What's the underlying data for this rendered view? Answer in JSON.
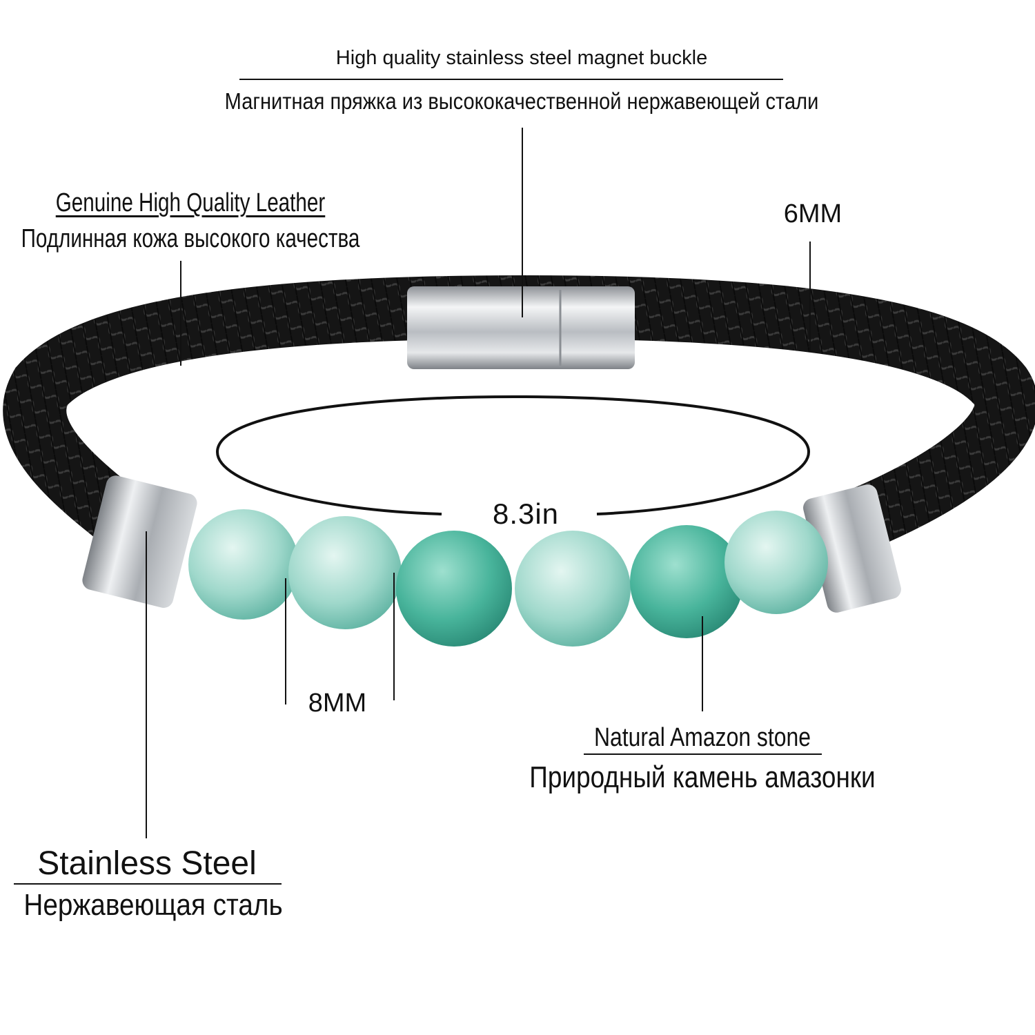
{
  "buckle": {
    "en": "High quality stainless steel magnet buckle",
    "ru": "Магнитная пряжка из высококачественной нержавеющей стали"
  },
  "leather": {
    "en": "Genuine High Quality Leather",
    "ru": "Подлинная кожа высокого качества"
  },
  "cord_size": "6MM",
  "length": "8.3in",
  "bead_size": "8MM",
  "stone": {
    "en": "Natural Amazon stone",
    "ru": "Природный камень амазонки"
  },
  "steel": {
    "en": "Stainless Steel",
    "ru": "Нержавеющая сталь"
  },
  "colors": {
    "leather": "#1a1a1a",
    "steel": "#c9ccd0",
    "bead_light": "#b8e6dc",
    "bead_dark": "#4fb5a0"
  }
}
